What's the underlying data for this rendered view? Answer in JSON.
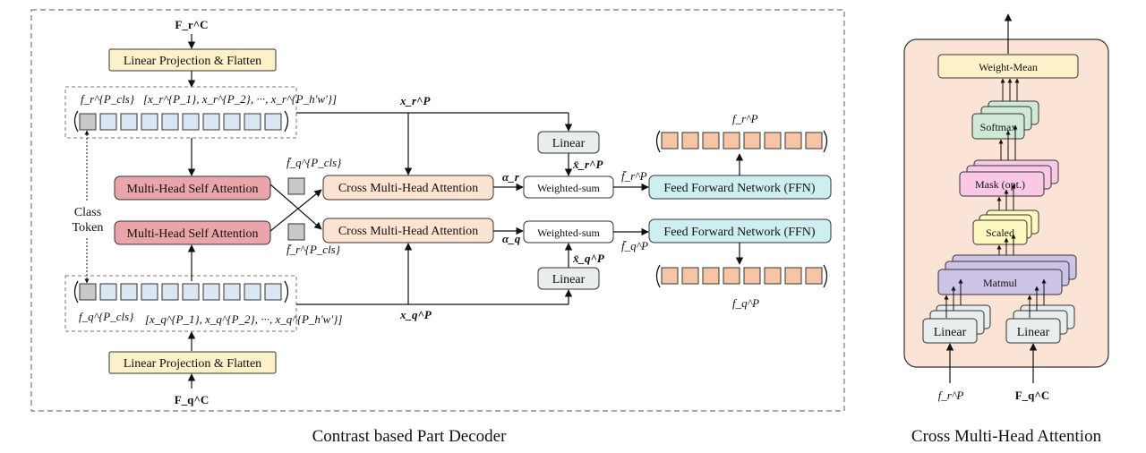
{
  "colors": {
    "yellow": "#fdf1c9",
    "red": "#e9a5a9",
    "peach": "#fde3d2",
    "teal": "#cdeff0",
    "lightgray": "#e8eeee",
    "cell_blue": "#dbe6f4",
    "cell_gray": "#c9c9c9",
    "cell_orange": "#f6c5a6",
    "panel": "#fbe3d6",
    "softmax": "#cfe9d6",
    "mask": "#f9c8e4",
    "scaled": "#fdf8bf",
    "matmul": "#cdc3e6"
  },
  "left": {
    "caption": "Contrast based Part Decoder",
    "input_top": "F_r^C",
    "input_bottom": "F_q^C",
    "linear_proj_top": "Linear Projection & Flatten",
    "linear_proj_bottom": "Linear Projection & Flatten",
    "token_label_top": "f_r^{P_cls}",
    "token_label_bottom": "f_q^{P_cls}",
    "seq_label_top": "[x_r^{P_1}, x_r^{P_2}, ···, x_r^{P_h'w'}]",
    "seq_label_bottom": "[x_q^{P_1}, x_q^{P_2}, ···, x_q^{P_h'w'}]",
    "class_token_line1": "Class",
    "class_token_line2": "Token",
    "mhsa_top": "Multi-Head Self Attention",
    "mhsa_bottom": "Multi-Head Self Attention",
    "cls_label_q": "f̄_q^{P_cls}",
    "cls_label_r": "f̄_r^{P_cls}",
    "cmha_top": "Cross Multi-Head Attention",
    "cmha_bottom": "Cross Multi-Head Attention",
    "x_r_label": "x_r^P",
    "x_q_label": "x_q^P",
    "alpha_r": "α_r",
    "alpha_q": "α_q",
    "linear_top": "Linear",
    "linear_bottom": "Linear",
    "xbar_r": "x̄_r^P",
    "xbar_q": "x̄_q^P",
    "ws_top": "Weighted-sum",
    "ws_bottom": "Weighted-sum",
    "fbar_r": "f̄_r^P",
    "fbar_q": "f̄_q^P",
    "ffn_top": "Feed Forward Network (FFN)",
    "ffn_bottom": "Feed Forward Network (FFN)",
    "out_r": "f_r^P",
    "out_q": "f_q^P"
  },
  "right": {
    "caption": "Cross Multi-Head Attention",
    "weight_mean": "Weight-Mean",
    "softmax": "Softmax",
    "mask": "Mask (opt.)",
    "scaled": "Scaled",
    "matmul": "Matmul",
    "linear_left": "Linear",
    "linear_right": "Linear",
    "input_left": "f_r^P",
    "input_right": "F_q^C"
  }
}
